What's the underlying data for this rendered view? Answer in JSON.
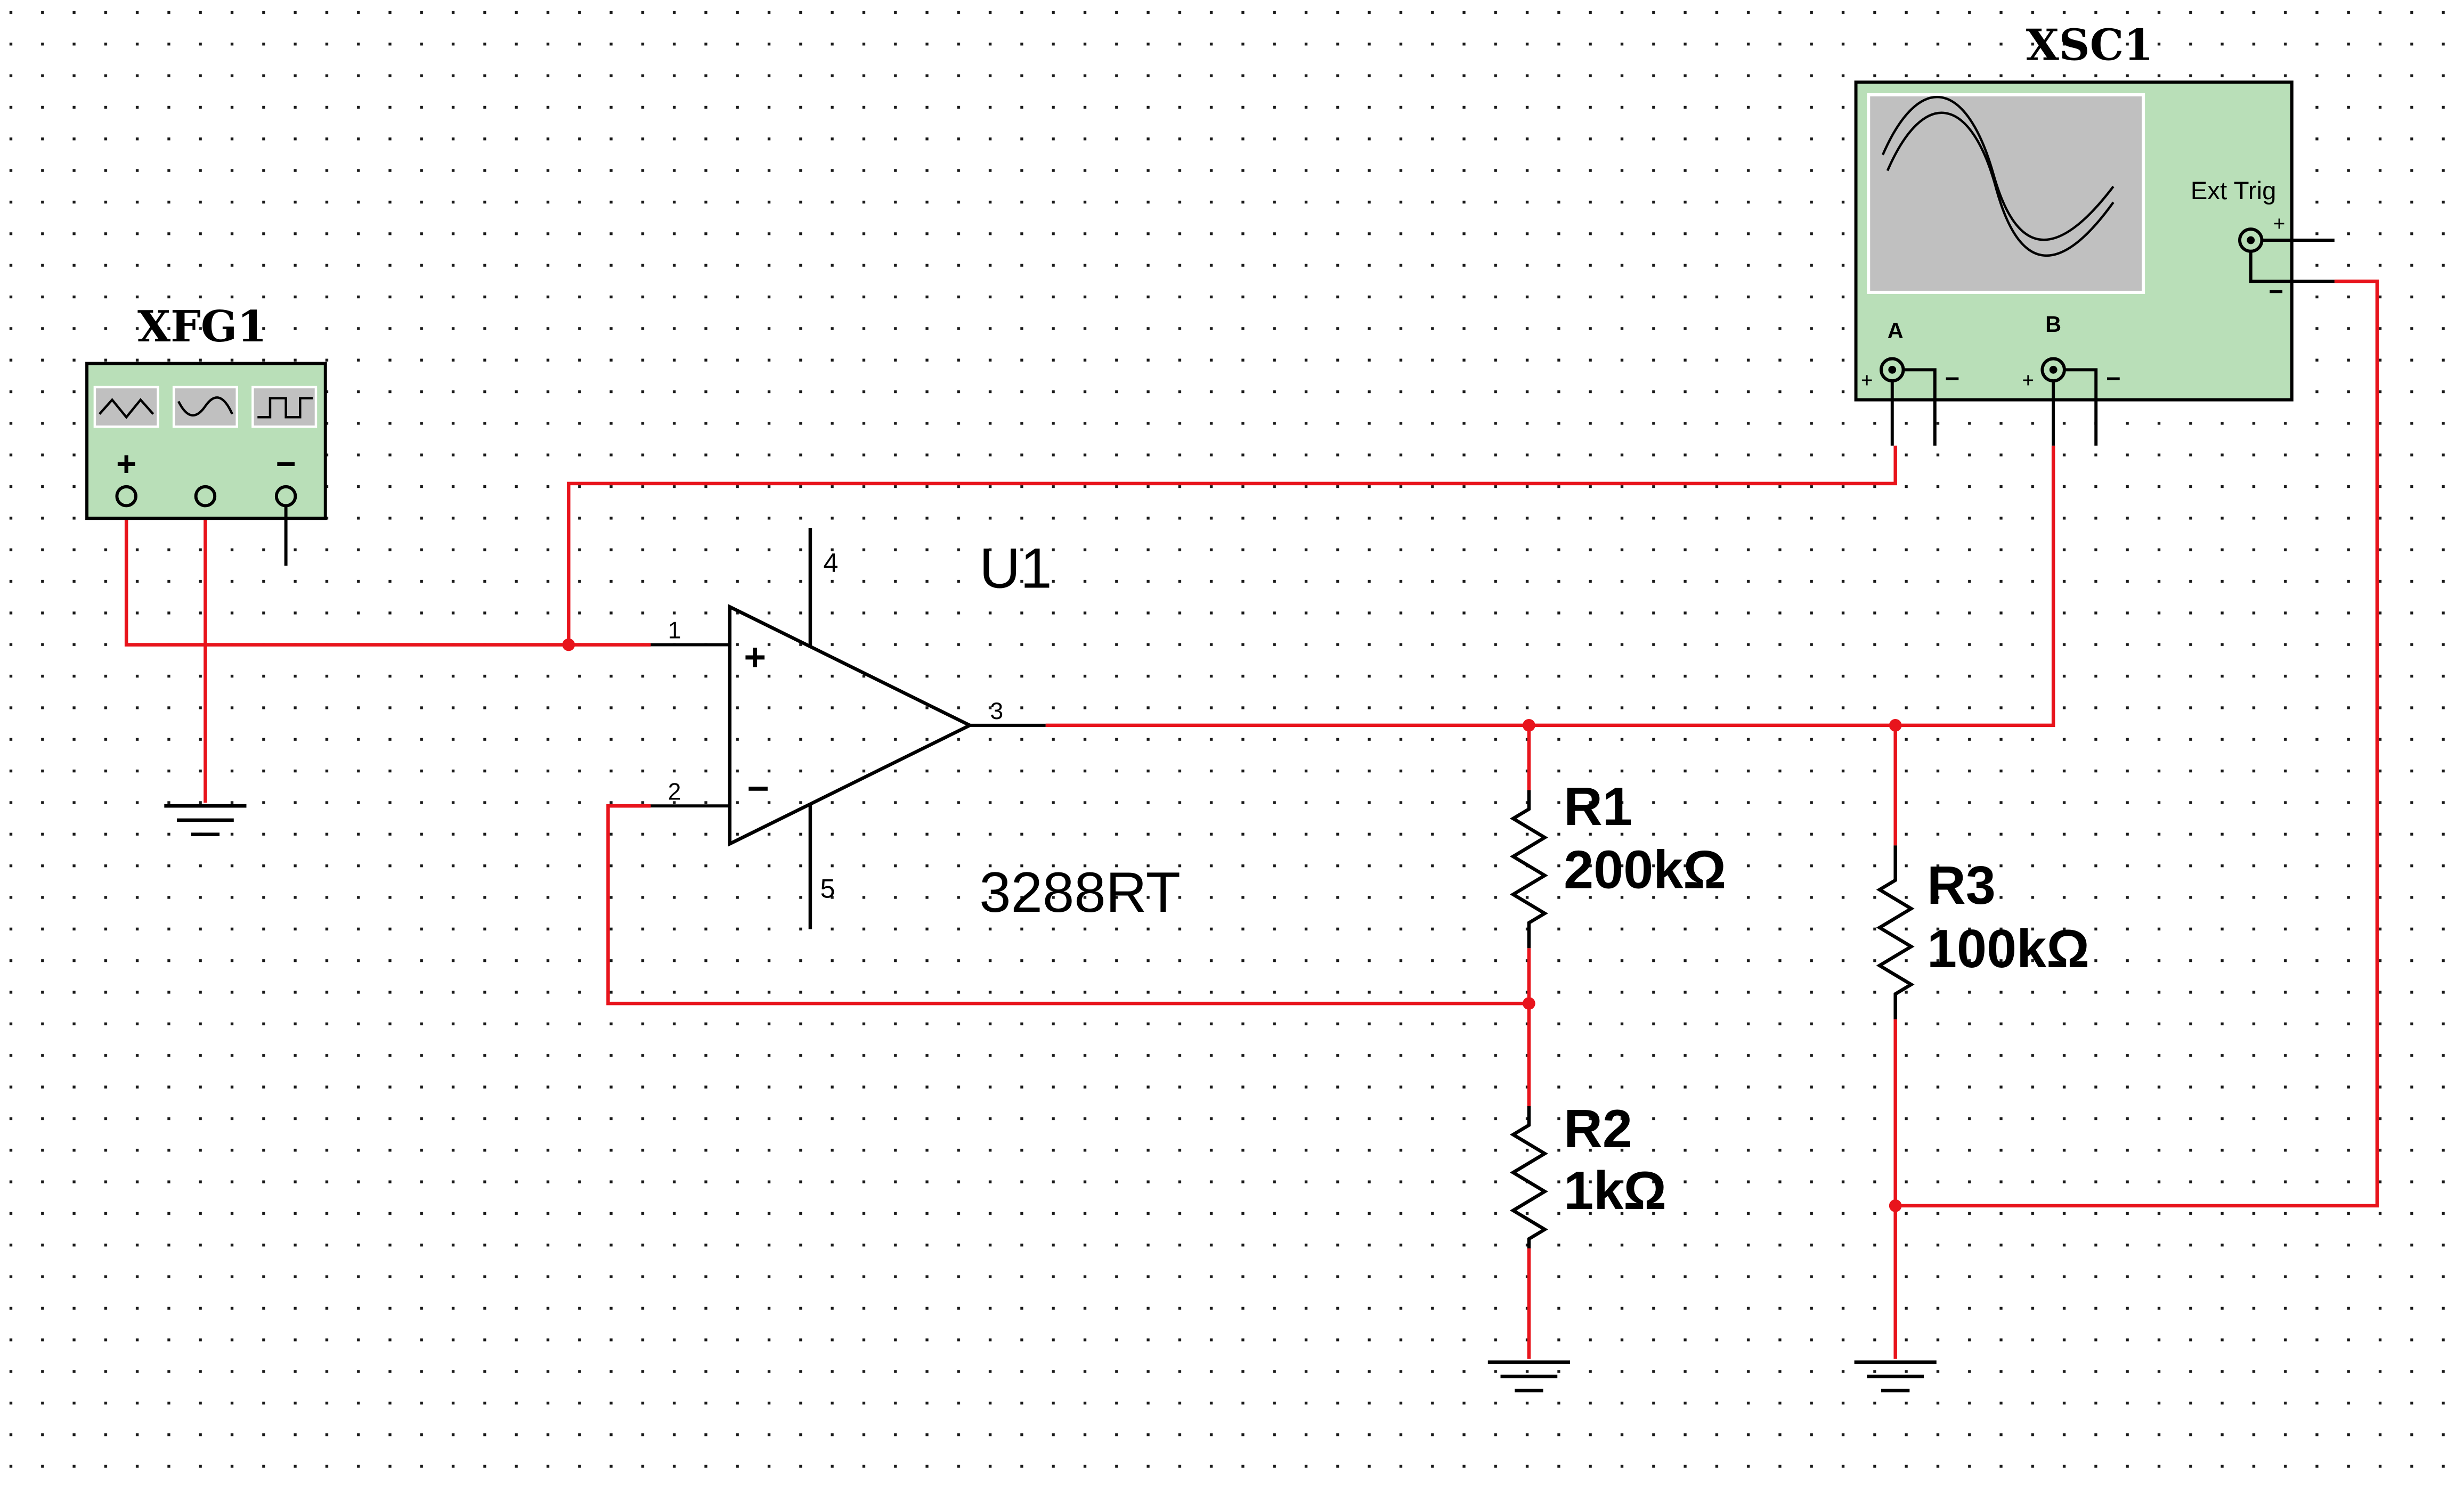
{
  "colors": {
    "wire": "#e8141c",
    "instrument_fill": "#b9dfb8",
    "screen_fill": "#c0c0c0",
    "grid_dot": "#1a1a1a"
  },
  "function_generator": {
    "ref": "XFG1",
    "terminal_plus": "+",
    "terminal_minus": "−",
    "wave_icons": [
      "triangle-wave-icon",
      "sine-wave-icon",
      "square-wave-icon"
    ]
  },
  "oscilloscope": {
    "ref": "XSC1",
    "ext_trig_label": "Ext Trig",
    "channel_a": "A",
    "channel_b": "B",
    "plus": "+",
    "minus": "−"
  },
  "opamp": {
    "ref": "U1",
    "part": "3288RT",
    "pins": {
      "in_plus": "1",
      "in_minus": "2",
      "out": "3",
      "v_plus": "4",
      "v_minus": "5"
    },
    "plus": "+",
    "minus": "−"
  },
  "resistors": [
    {
      "ref": "R1",
      "value": "200kΩ"
    },
    {
      "ref": "R2",
      "value": "1kΩ"
    },
    {
      "ref": "R3",
      "value": "100kΩ"
    }
  ]
}
